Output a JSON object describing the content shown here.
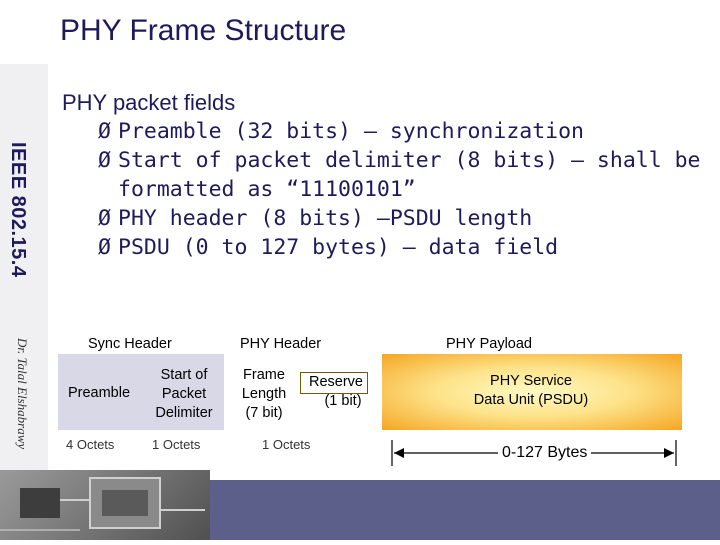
{
  "title": "PHY Frame Structure",
  "side": {
    "standard": "IEEE 802.15.4",
    "author": "Dr. Talal Elshabrawy"
  },
  "content": {
    "heading": "PHY packet fields",
    "bullets": [
      "Preamble (32 bits) – synchronization",
      "Start of packet delimiter (8 bits) – shall be",
      "PHY header (8 bits) –PSDU length",
      "PSDU (0 to 127 bytes) – data field"
    ],
    "bullet2_cont": "formatted as “11100101”",
    "arrow_glyph": "Ø"
  },
  "frame": {
    "headers": {
      "sync": "Sync Header",
      "phy": "PHY Header",
      "payload": "PHY Payload"
    },
    "fields": {
      "preamble": "Preamble",
      "sop_line1": "Start of",
      "sop_line2": "Packet",
      "sop_line3": "Delimiter",
      "frame_length_line1": "Frame",
      "frame_length_line2": "Length",
      "frame_length_line3": "(7 bit)",
      "reserve_line1": "Reserve",
      "reserve_line2": "(1 bit)",
      "psdu_line1": "PHY Service",
      "psdu_line2": "Data Unit (PSDU)"
    },
    "sizes": {
      "preamble": "4 Octets",
      "sop": "1 Octets",
      "phy": "1 Octets",
      "payload": "0-127 Bytes"
    },
    "colors": {
      "sync_box": "#d8d8e6",
      "payload_gradient_start": "#fff9c4",
      "payload_gradient_end": "#f5a623",
      "reserve_border": "#7a5a00"
    }
  }
}
